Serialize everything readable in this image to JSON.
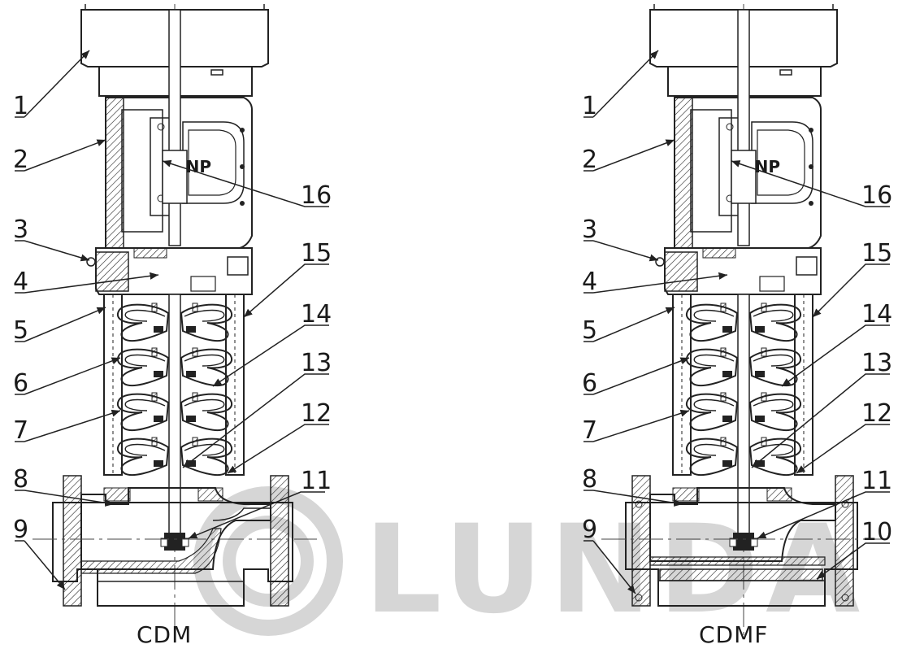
{
  "watermark": {
    "text": "LUNDA"
  },
  "left_view": {
    "caption": "CDM",
    "logo_text": "CNP",
    "callouts": [
      {
        "id": "c1",
        "label": "1"
      },
      {
        "id": "c2",
        "label": "2"
      },
      {
        "id": "c3",
        "label": "3"
      },
      {
        "id": "c4",
        "label": "4"
      },
      {
        "id": "c5",
        "label": "5"
      },
      {
        "id": "c6",
        "label": "6"
      },
      {
        "id": "c7",
        "label": "7"
      },
      {
        "id": "c8",
        "label": "8"
      },
      {
        "id": "c9",
        "label": "9"
      },
      {
        "id": "c11",
        "label": "11"
      },
      {
        "id": "c12",
        "label": "12"
      },
      {
        "id": "c13",
        "label": "13"
      },
      {
        "id": "c14",
        "label": "14"
      },
      {
        "id": "c15",
        "label": "15"
      },
      {
        "id": "c16",
        "label": "16"
      }
    ]
  },
  "right_view": {
    "caption": "CDMF",
    "logo_text": "CNP",
    "callouts": [
      {
        "id": "c1",
        "label": "1"
      },
      {
        "id": "c2",
        "label": "2"
      },
      {
        "id": "c3",
        "label": "3"
      },
      {
        "id": "c4",
        "label": "4"
      },
      {
        "id": "c5",
        "label": "5"
      },
      {
        "id": "c6",
        "label": "6"
      },
      {
        "id": "c7",
        "label": "7"
      },
      {
        "id": "c8",
        "label": "8"
      },
      {
        "id": "c9",
        "label": "9"
      },
      {
        "id": "c10",
        "label": "10"
      },
      {
        "id": "c11",
        "label": "11"
      },
      {
        "id": "c12",
        "label": "12"
      },
      {
        "id": "c13",
        "label": "13"
      },
      {
        "id": "c14",
        "label": "14"
      },
      {
        "id": "c15",
        "label": "15"
      },
      {
        "id": "c16",
        "label": "16"
      }
    ]
  }
}
